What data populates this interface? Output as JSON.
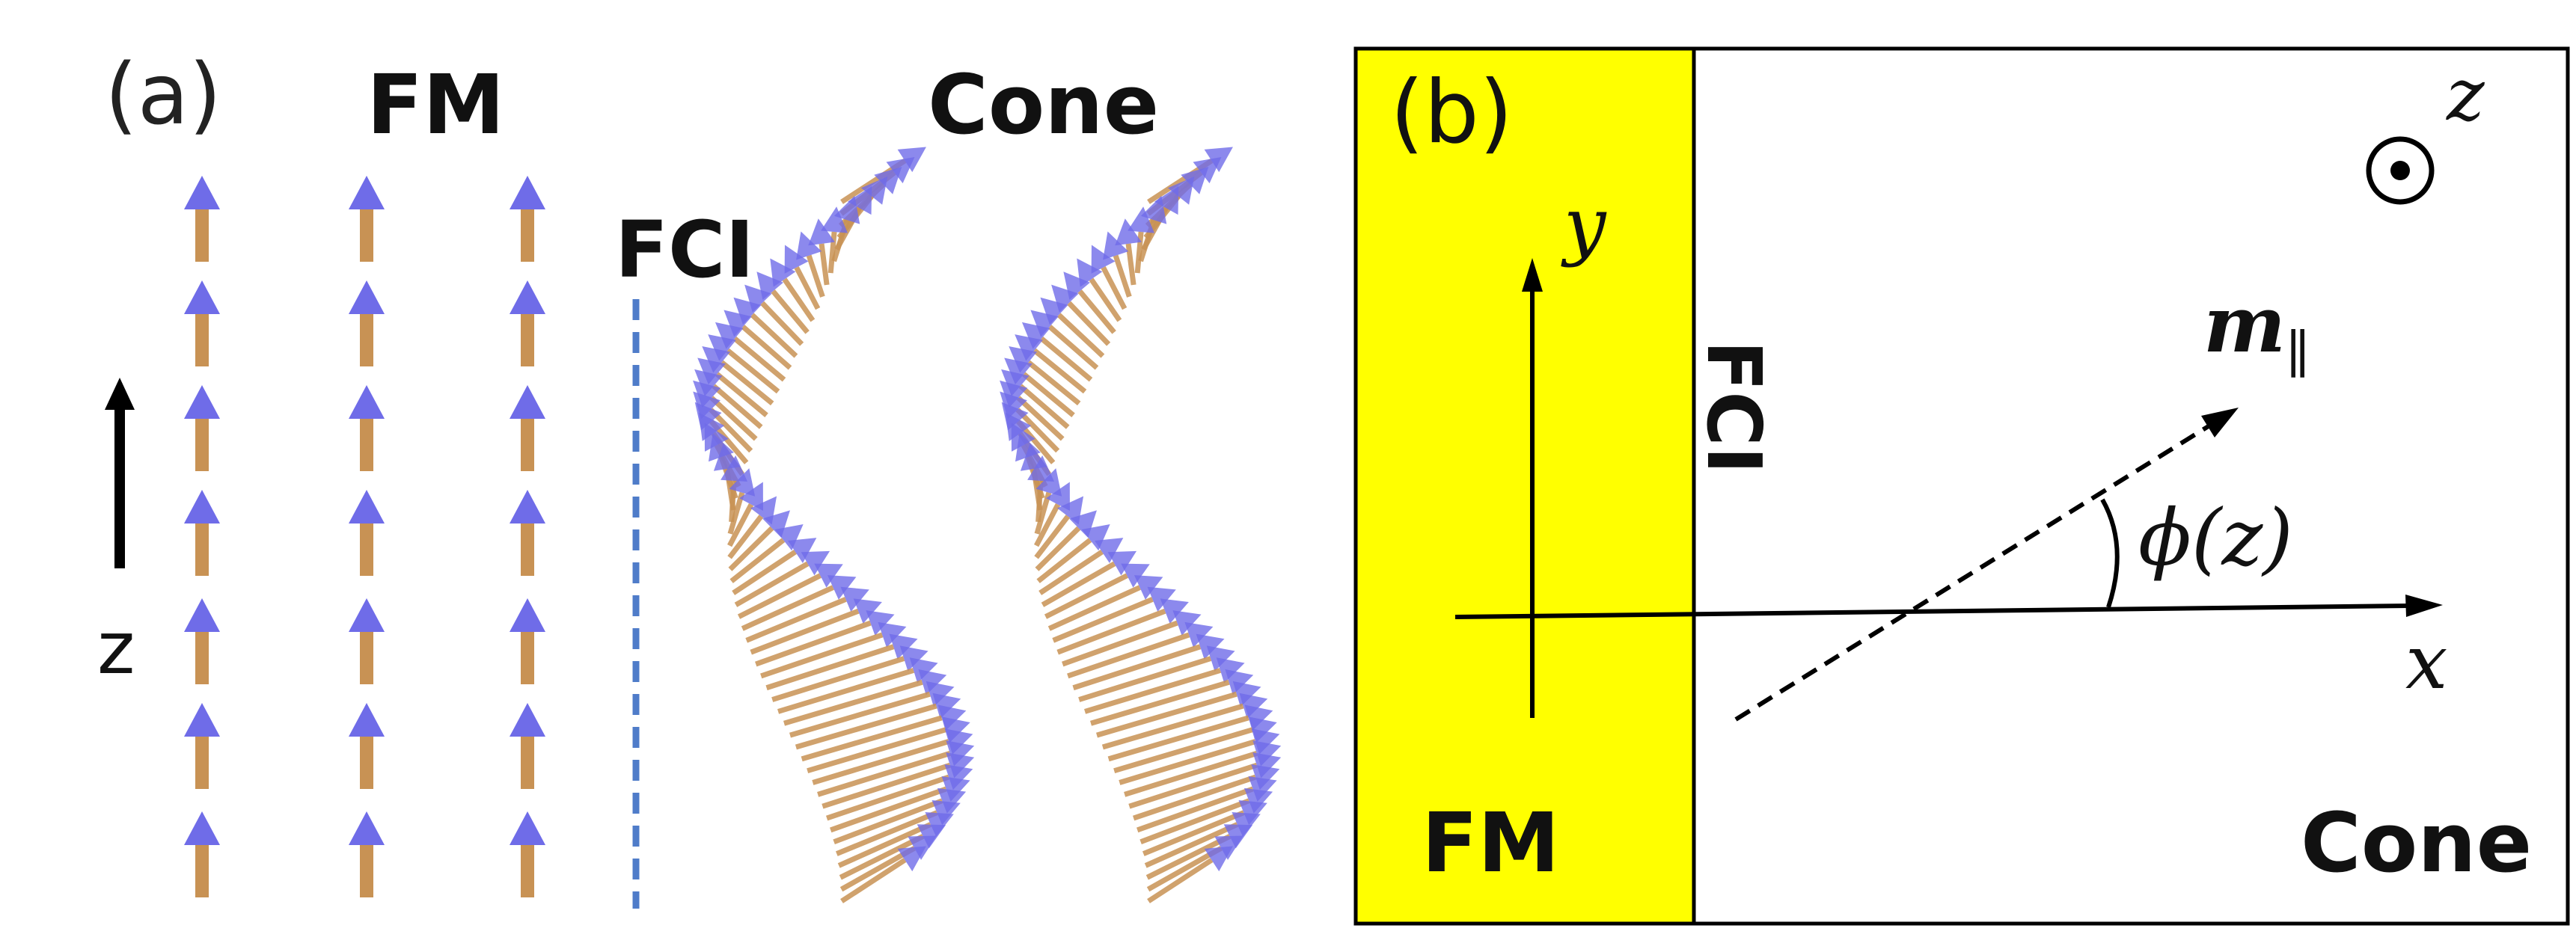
{
  "panel_a": {
    "label": "(a)",
    "fm_label": "FM",
    "cone_label": "Cone",
    "fci_label": "FCI",
    "axis_label": "z",
    "colors": {
      "arrow_shaft": "#c89254",
      "arrow_head": "#6f6ce8",
      "interface_line": "#4f7cc9"
    }
  },
  "panel_b": {
    "label": "(b)",
    "fm_label": "FM",
    "cone_label": "Cone",
    "fci_label": "FCI",
    "y_axis": "y",
    "x_axis": "x",
    "z_axis": "z",
    "m_symbol": "m",
    "m_subscript": "∥",
    "phi_label": "ϕ(z)",
    "colors": {
      "fm_region": "#ffff00"
    }
  }
}
